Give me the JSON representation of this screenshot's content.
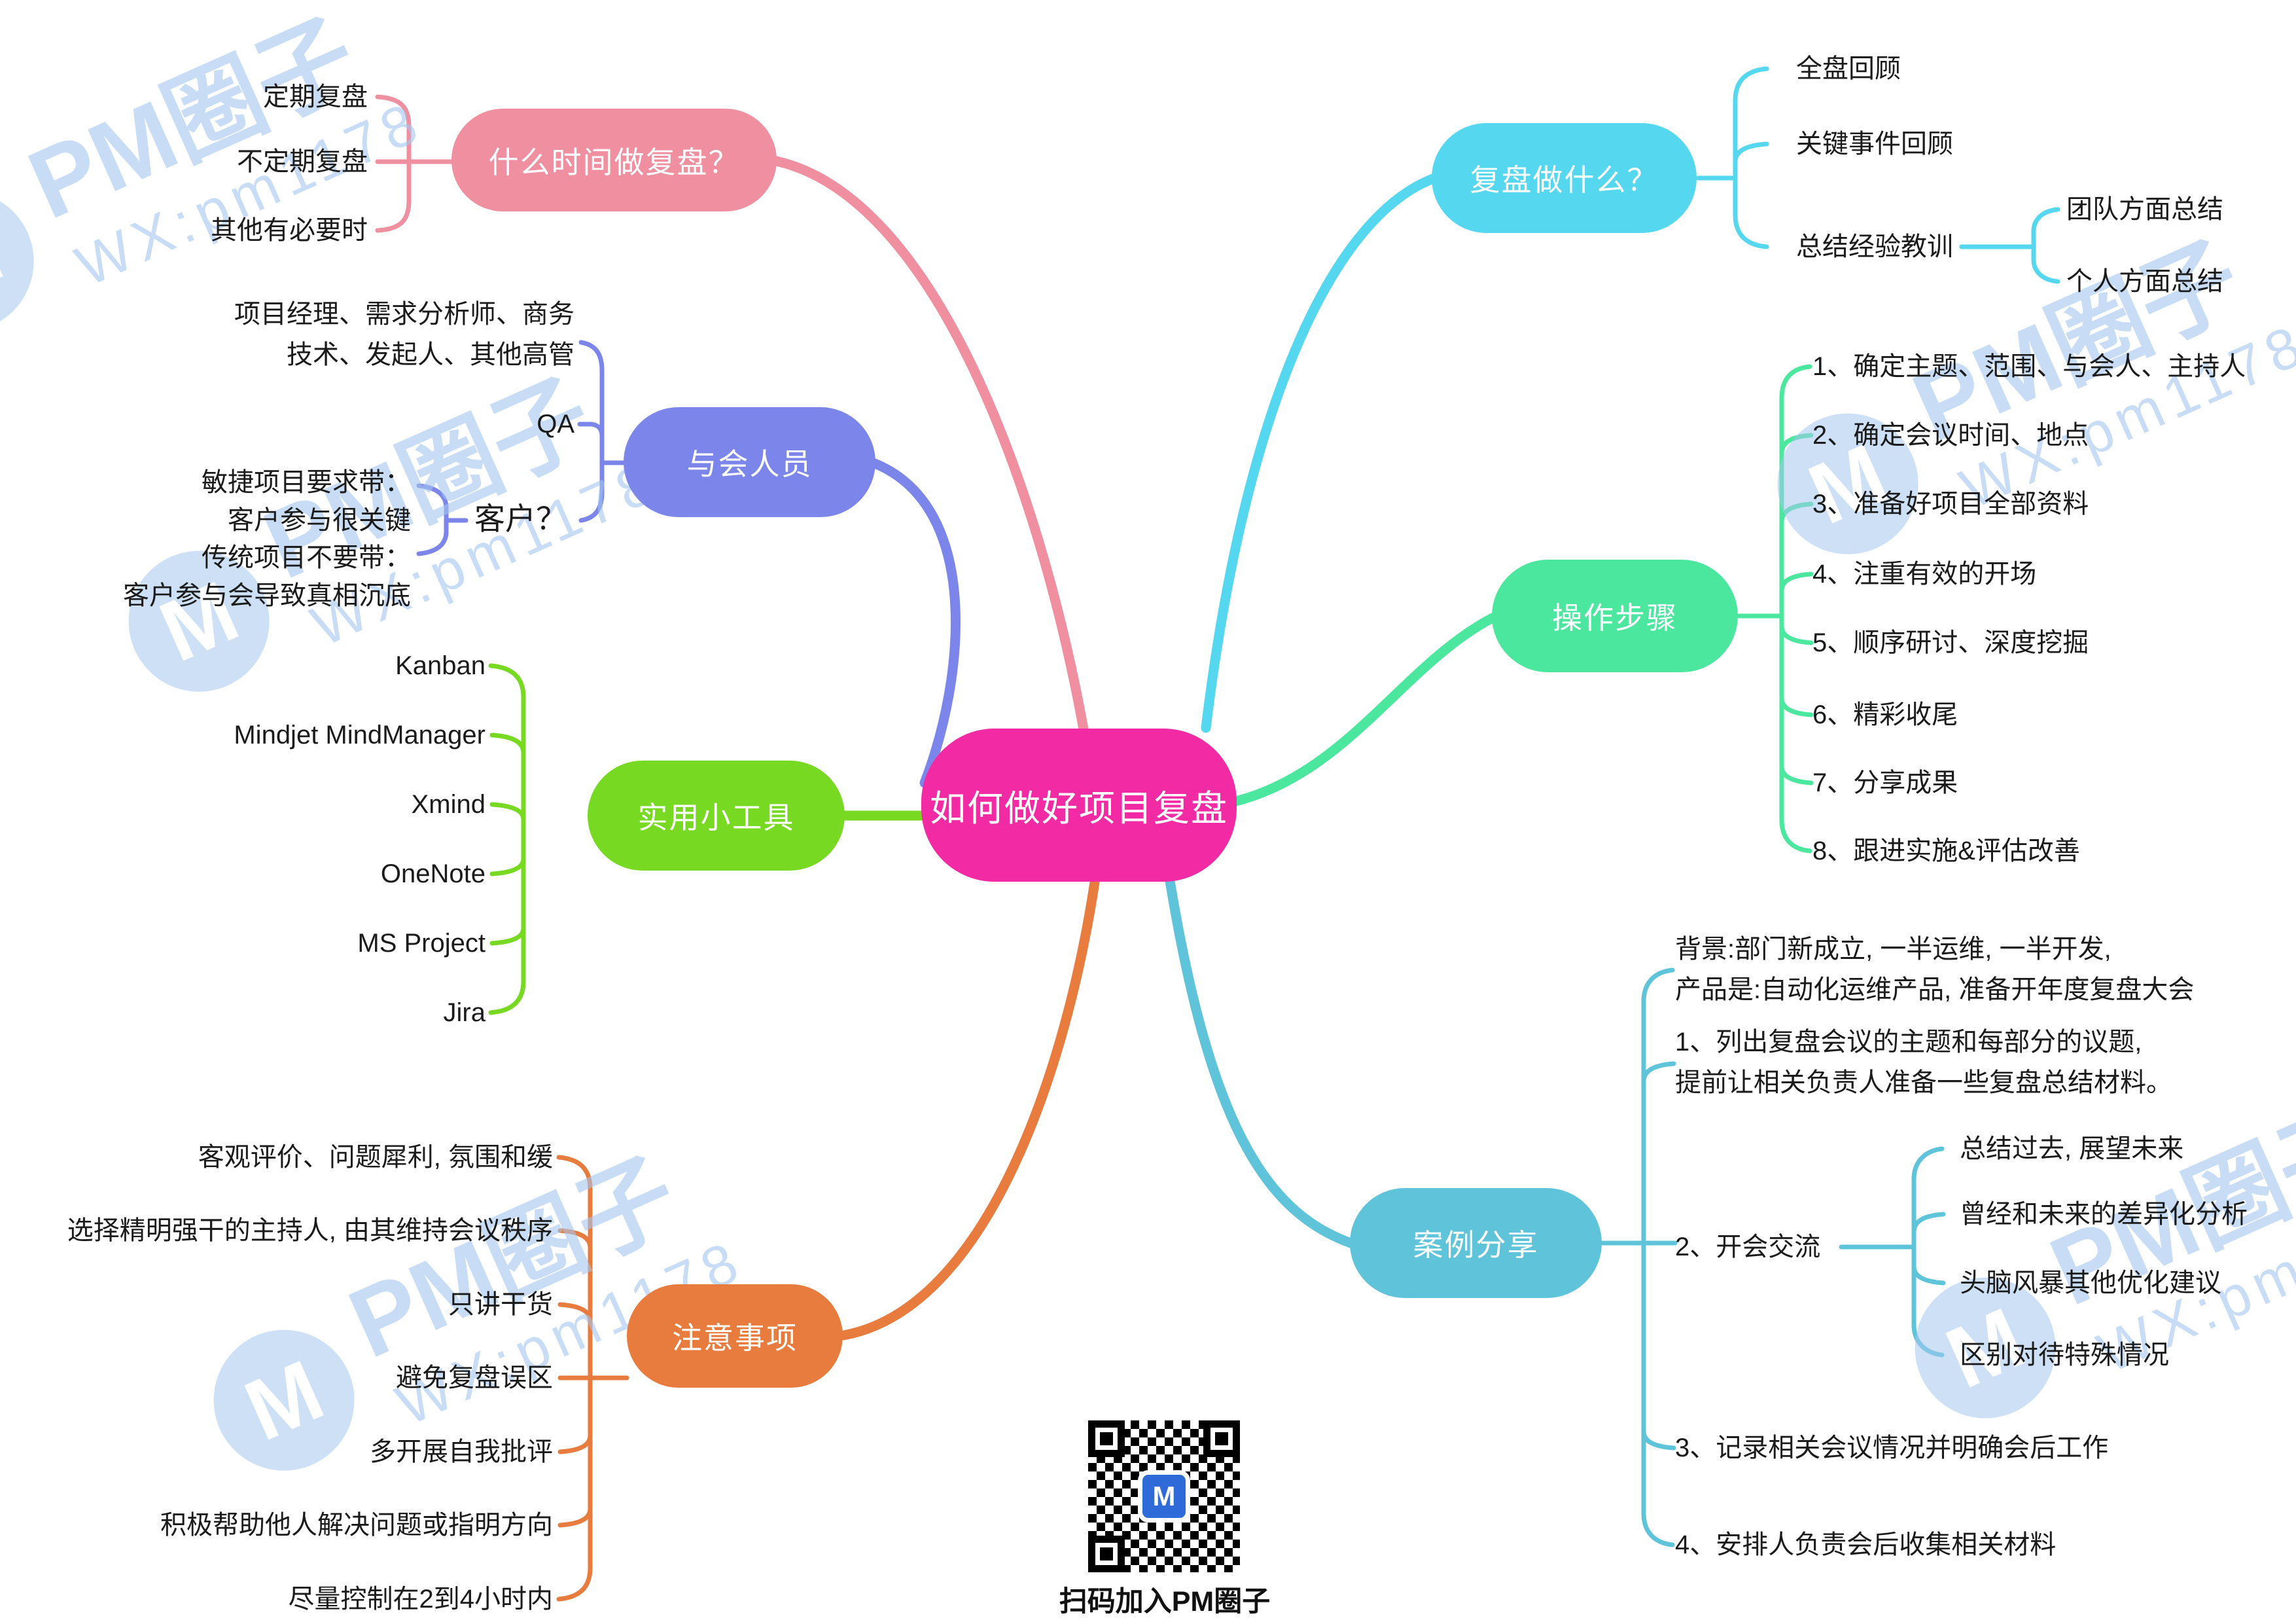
{
  "center": {
    "label": "如何做好项目复盘"
  },
  "branches": {
    "when": {
      "label": "什么时间做复盘？",
      "color": "#EF8FA0",
      "children": [
        "定期复盘",
        "不定期复盘",
        "其他有必要时"
      ]
    },
    "people": {
      "label": "与会人员",
      "color": "#7C86EA",
      "children": {
        "managers": "项目经理、需求分析师、商务\n技术、发起人、其他高管",
        "qa": "QA",
        "customer": "客户？",
        "agile": "敏捷项目要求带：\n客户参与很关键",
        "traditional": "传统项目不要带：\n客户参与会导致真相沉底"
      }
    },
    "tools": {
      "label": "实用小工具",
      "color": "#77D921",
      "children": [
        "Kanban",
        "Mindjet MindManager",
        "Xmind",
        "OneNote",
        "MS Project",
        "Jira"
      ]
    },
    "notes": {
      "label": "注意事项",
      "color": "#E87C3F",
      "children": [
        "客观评价、问题犀利, 氛围和缓",
        "选择精明强干的主持人, 由其维持会议秩序",
        "只讲干货",
        "避免复盘误区",
        "多开展自我批评",
        "积极帮助他人解决问题或指明方向",
        "尽量控制在2到4小时内"
      ]
    },
    "what": {
      "label": "复盘做什么？",
      "color": "#55D7F0",
      "children": [
        "全盘回顾",
        "关键事件回顾",
        "总结经验教训"
      ],
      "lessons_children": [
        "团队方面总结",
        "个人方面总结"
      ]
    },
    "steps": {
      "label": "操作步骤",
      "color": "#4BE79E",
      "children": [
        "1、确定主题、范围、与会人、主持人",
        "2、确定会议时间、地点",
        "3、准备好项目全部资料",
        "4、注重有效的开场",
        "5、顺序研讨、深度挖掘",
        "6、精彩收尾",
        "7、分享成果",
        "8、跟进实施&评估改善"
      ]
    },
    "case": {
      "label": "案例分享",
      "color": "#5FC4DA",
      "children": [
        "背景:部门新成立, 一半运维, 一半开发,\n产品是:自动化运维产品, 准备开年度复盘大会",
        "1、列出复盘会议的主题和每部分的议题,\n提前让相关负责人准备一些复盘总结材料。",
        "2、开会交流",
        "3、记录相关会议情况并明确会后工作",
        "4、安排人负责会后收集相关材料"
      ],
      "meeting_children": [
        "总结过去, 展望未来",
        "曾经和未来的差异化分析",
        "头脑风暴其他优化建议",
        "区别对待特殊情况"
      ]
    }
  },
  "center_color": "#F22BA5",
  "watermark": {
    "brand": "PM圈子",
    "wx": "WX:pm1178",
    "logo_letter": "M"
  },
  "qr": {
    "caption": "扫码加入PM圈子",
    "logo_letter": "M"
  }
}
